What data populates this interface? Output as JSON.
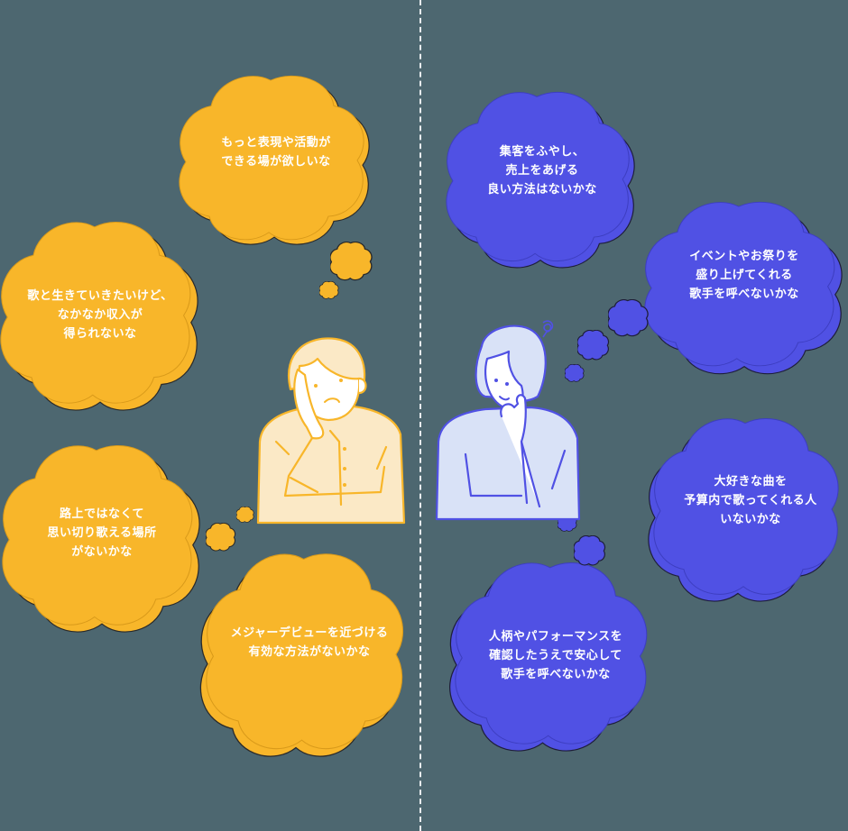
{
  "colors": {
    "background": "#4d6770",
    "musician": "#f8b62a",
    "organizer": "#5051e4",
    "musician_fill": "#fbe9c6",
    "organizer_fill": "#d9e2f7",
    "divider": "#e8ecee"
  },
  "left_side": {
    "persona": "musician",
    "icon": "thinking-man-icon",
    "thoughts": [
      {
        "lines": [
          "もっと表現や活動が",
          "できる場が欲しいな"
        ]
      },
      {
        "lines": [
          "歌と生きていきたいけど、",
          "なかなか収入が",
          "得られないな"
        ]
      },
      {
        "lines": [
          "路上ではなくて",
          "思い切り歌える場所",
          "がないかな"
        ]
      },
      {
        "lines": [
          "メジャーデビューを近づける",
          "有効な方法がないかな"
        ]
      }
    ]
  },
  "right_side": {
    "persona": "organizer",
    "icon": "thinking-woman-icon",
    "thoughts": [
      {
        "lines": [
          "集客をふやし、",
          "売上をあげる",
          "良い方法はないかな"
        ]
      },
      {
        "lines": [
          "イベントやお祭りを",
          "盛り上げてくれる",
          "歌手を呼べないかな"
        ]
      },
      {
        "lines": [
          "大好きな曲を",
          "予算内で歌ってくれる人",
          "いないかな"
        ]
      },
      {
        "lines": [
          "人柄やパフォーマンスを",
          "確認したうえで安心して",
          "歌手を呼べないかな"
        ]
      }
    ]
  }
}
